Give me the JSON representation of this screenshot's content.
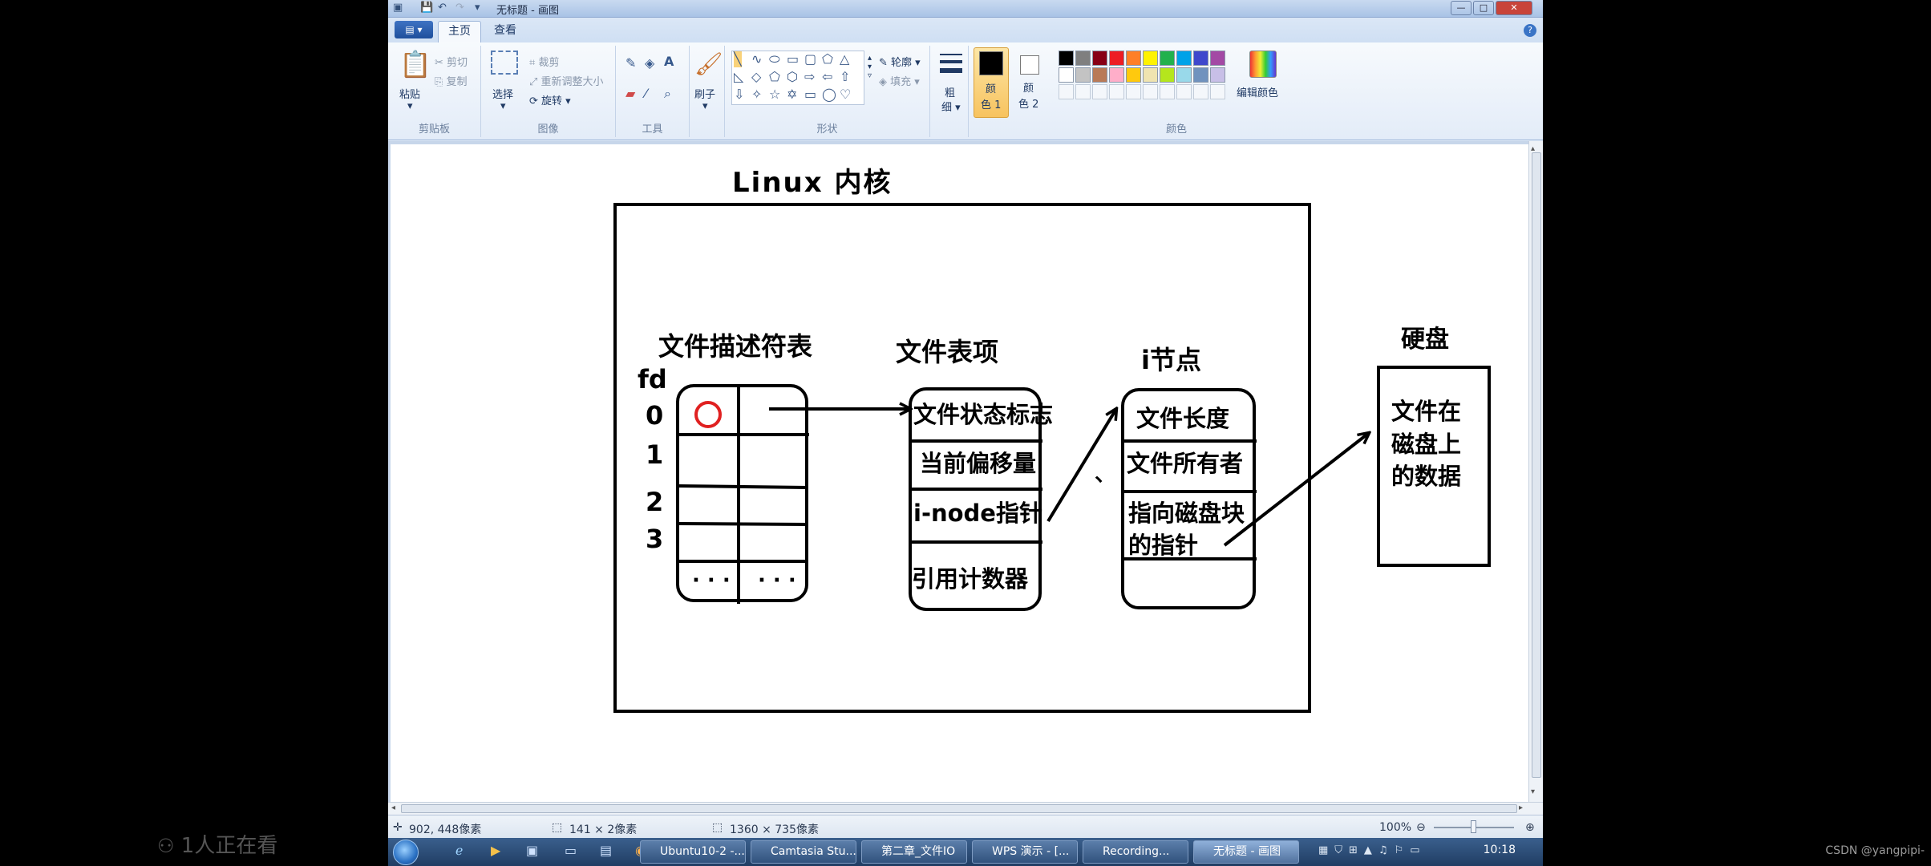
{
  "window": {
    "title": "无标题 - 画图"
  },
  "tabs": [
    "主页",
    "查看"
  ],
  "ribbon": {
    "clipboard": {
      "paste": "粘贴",
      "cut": "剪切",
      "copy": "复制",
      "label": "剪贴板"
    },
    "image": {
      "select": "选择",
      "crop": "裁剪",
      "resize": "重新调整大小",
      "rotate": "旋转",
      "label": "图像"
    },
    "tools": {
      "label": "工具"
    },
    "brushes": {
      "label": "刷子"
    },
    "shapes": {
      "outline": "轮廓",
      "fill": "填充",
      "label": "形状"
    },
    "size": {
      "line1": "粗",
      "line2": "细"
    },
    "color1": {
      "line1": "颜",
      "line2": "色 1",
      "value": "#000000"
    },
    "color2": {
      "line1": "颜",
      "line2": "色 2",
      "value": "#ffffff"
    },
    "colors": {
      "label": "颜色",
      "edit": "编辑颜色",
      "palette_row1": [
        "#000000",
        "#7f7f7f",
        "#880015",
        "#ed1c24",
        "#ff7f27",
        "#fff200",
        "#22b14c",
        "#00a2e8",
        "#3f48cc",
        "#a349a4"
      ],
      "palette_row2": [
        "#ffffff",
        "#c3c3c3",
        "#b97a57",
        "#ffaec9",
        "#ffc90e",
        "#efe4b0",
        "#b5e61d",
        "#99d9ea",
        "#7092be",
        "#c8bfe7"
      ]
    }
  },
  "drawing": {
    "title": "Linux 内核",
    "fd_table": {
      "title": "文件描述符表",
      "fd_label": "fd",
      "rows": [
        "0",
        "1",
        "2",
        "3"
      ],
      "ellipsis1": "· · ·",
      "ellipsis2": "· · ·"
    },
    "file_table": {
      "title": "文件表项",
      "rows": [
        "文件状态标志",
        "当前偏移量",
        "i-node指针",
        "引用计数器"
      ]
    },
    "inode": {
      "title": "i节点",
      "rows": [
        "文件长度",
        "文件所有者",
        "指向磁盘块",
        "的指针"
      ]
    },
    "disk": {
      "title": "硬盘",
      "lines": [
        "文件在",
        "磁盘上",
        "的数据"
      ]
    },
    "stray_mark": "、"
  },
  "status": {
    "cursor": "902, 448像素",
    "selection": "141 × 2像素",
    "size": "1360 × 735像素",
    "zoom": "100%"
  },
  "taskbar": {
    "items": [
      "Ubuntu10-2 -...",
      "Camtasia Stu...",
      "第二章_文件IO",
      "WPS 演示 - [...",
      "Recording...",
      "无标题 - 画图"
    ],
    "clock": "10:18"
  },
  "overlay": {
    "viewers": "1人正在看",
    "watermark": "CSDN @yangpipi-"
  }
}
